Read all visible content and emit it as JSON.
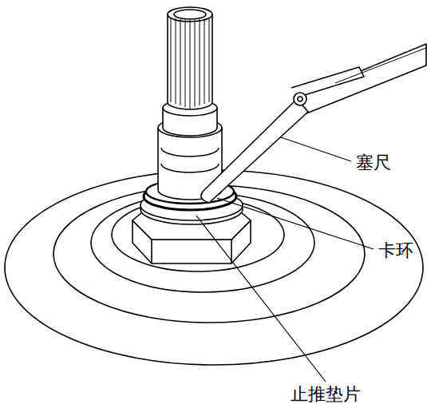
{
  "diagram": {
    "labels": [
      "塞尺",
      "卡环",
      "止推垫片"
    ]
  }
}
